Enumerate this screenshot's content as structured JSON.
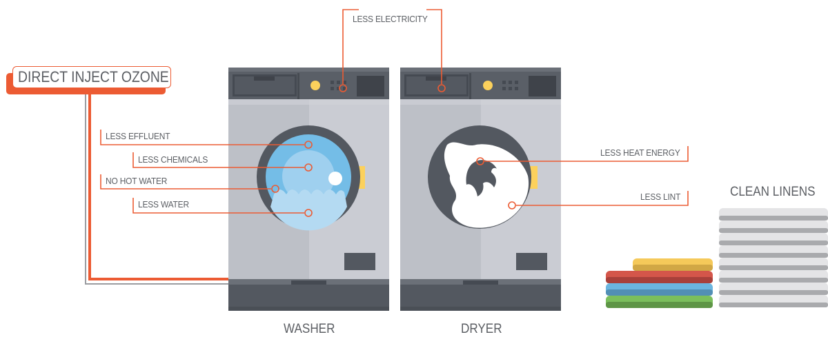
{
  "title": {
    "label": "DIRECT INJECT OZONE"
  },
  "colors": {
    "accent": "#ec5b33",
    "text": "#5b5e63",
    "machine_body_left": "#bdc0c7",
    "machine_body_right": "#caccd3",
    "machine_dark": "#535860",
    "machine_panel": "#5a5f67",
    "water_outer": "#74bde7",
    "water_inner": "#9fd0ef",
    "knob": "#fcd15c",
    "door_handle": "#fcd15c",
    "towel_yellow": "#f5c95a",
    "towel_red": "#d4564a",
    "towel_blue": "#6bb5df",
    "towel_green": "#7bbf5c",
    "linen": "#e4e4e6",
    "linen_shadow": "#a9aaad"
  },
  "washer": {
    "label": "WASHER",
    "callouts": [
      {
        "label": "LESS EFFLUENT"
      },
      {
        "label": "LESS CHEMICALS"
      },
      {
        "label": "NO HOT WATER"
      },
      {
        "label": "LESS WATER"
      }
    ]
  },
  "dryer": {
    "label": "DRYER",
    "callouts": [
      {
        "label": "LESS HEAT ENERGY"
      },
      {
        "label": "LESS LINT"
      }
    ]
  },
  "shared_callout": {
    "label": "LESS ELECTRICITY"
  },
  "linens": {
    "label": "CLEAN LINENS",
    "colored_stack": [
      "yellow",
      "red",
      "blue",
      "green"
    ],
    "white_stack_count": 8
  }
}
